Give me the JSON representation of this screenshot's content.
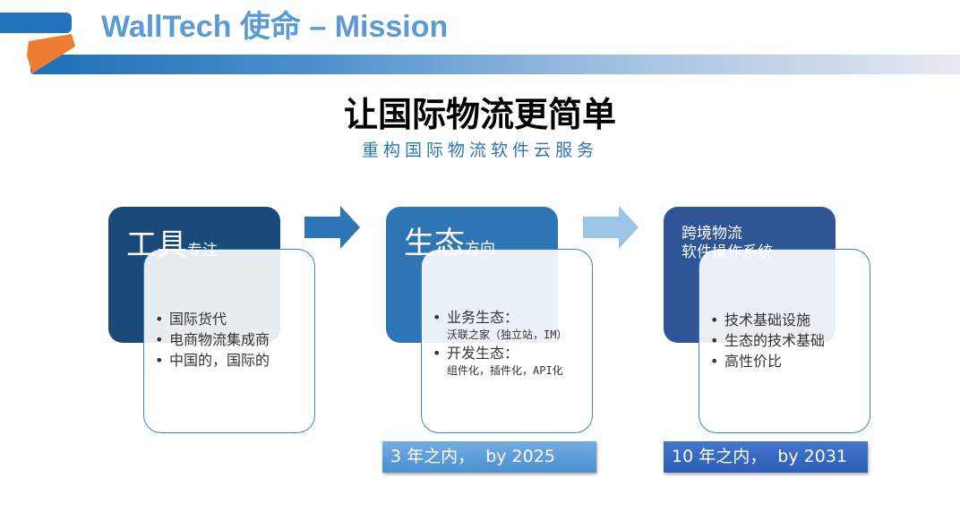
{
  "header": {
    "title": "WallTech 使命 – Mission"
  },
  "main_title": "让国际物流更简单",
  "subtitle": "重构国际物流软件云服务",
  "colors": {
    "card1": "#1a4a7a",
    "card2": "#2e75b6",
    "card3": "#2f5597",
    "arrow1": "#2e75b6",
    "arrow2": "#9dc3e6",
    "accent": "#5b9bd5",
    "orange": "#ed7d31"
  },
  "cards": [
    {
      "title_big": "工具",
      "title_small": "专注",
      "bullets": [
        {
          "text": "国际货代"
        },
        {
          "text": "电商物流集成商"
        },
        {
          "text": "中国的，国际的"
        }
      ]
    },
    {
      "title_big": "生态",
      "title_small": "方向",
      "bullets": [
        {
          "text": "业务生态：",
          "sub": "沃联之家（独立站，IM）"
        },
        {
          "text": "开发生态：",
          "sub": "组件化，插件化，API化"
        }
      ]
    },
    {
      "title_line1": "跨境物流",
      "title_line2": "软件操作系统",
      "bullets": [
        {
          "text": "技术基础设施"
        },
        {
          "text": "生态的技术基础"
        },
        {
          "text": "高性价比"
        }
      ]
    }
  ],
  "timelines": [
    "3 年之内，  by 2025",
    "10 年之内，  by 2031"
  ]
}
